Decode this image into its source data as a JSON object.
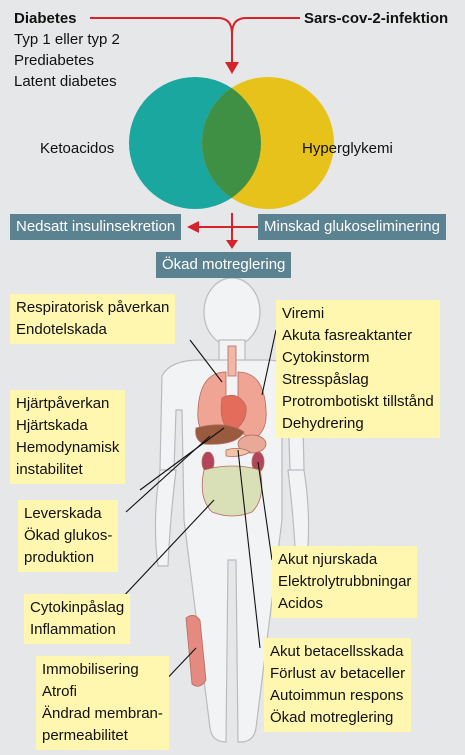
{
  "top": {
    "left_title": "Diabetes",
    "left_items": [
      "Typ 1 eller typ 2",
      "Prediabetes",
      "Latent diabetes"
    ],
    "right_title": "Sars-cov-2-infektion"
  },
  "venn": {
    "left_label": "Ketoacidos",
    "right_label": "Hyperglykemi",
    "colors": {
      "left": "#1aa7a0",
      "right": "#e6c21a",
      "overlap": "#3f8f45"
    }
  },
  "mechanisms": {
    "left": "Nedsatt insulinsekretion",
    "right": "Minskad glukoseliminering",
    "bottom": "Ökad motreglering"
  },
  "boxes": {
    "respiratory": [
      "Respiratorisk påverkan",
      "Endotelskada"
    ],
    "systemic": [
      "Viremi",
      "Akuta fasreaktanter",
      "Cytokinstorm",
      "Stresspåslag",
      "Protrombotiskt tillstånd",
      "Dehydrering"
    ],
    "heart": [
      "Hjärtpåverkan",
      "Hjärtskada",
      "Hemodynamisk",
      "instabilitet"
    ],
    "liver": [
      "Leverskada",
      "Ökad glukos-",
      "produktion"
    ],
    "kidney": [
      "Akut njurskada",
      "Elektrolytrubbningar",
      "Acidos"
    ],
    "cytokine": [
      "Cytokinpåslag",
      "Inflammation"
    ],
    "beta": [
      "Akut betacellsskada",
      "Förlust av betaceller",
      "Autoimmun respons",
      "Ökad motreglering"
    ],
    "muscle": [
      "Immobilisering",
      "Atrofi",
      "Ändrad membran-",
      "permeabilitet"
    ]
  },
  "colors": {
    "arrow": "#d6232a",
    "mech_box": "#5b8290",
    "label_box": "#fff6b0",
    "body": "#f2f3f4"
  }
}
